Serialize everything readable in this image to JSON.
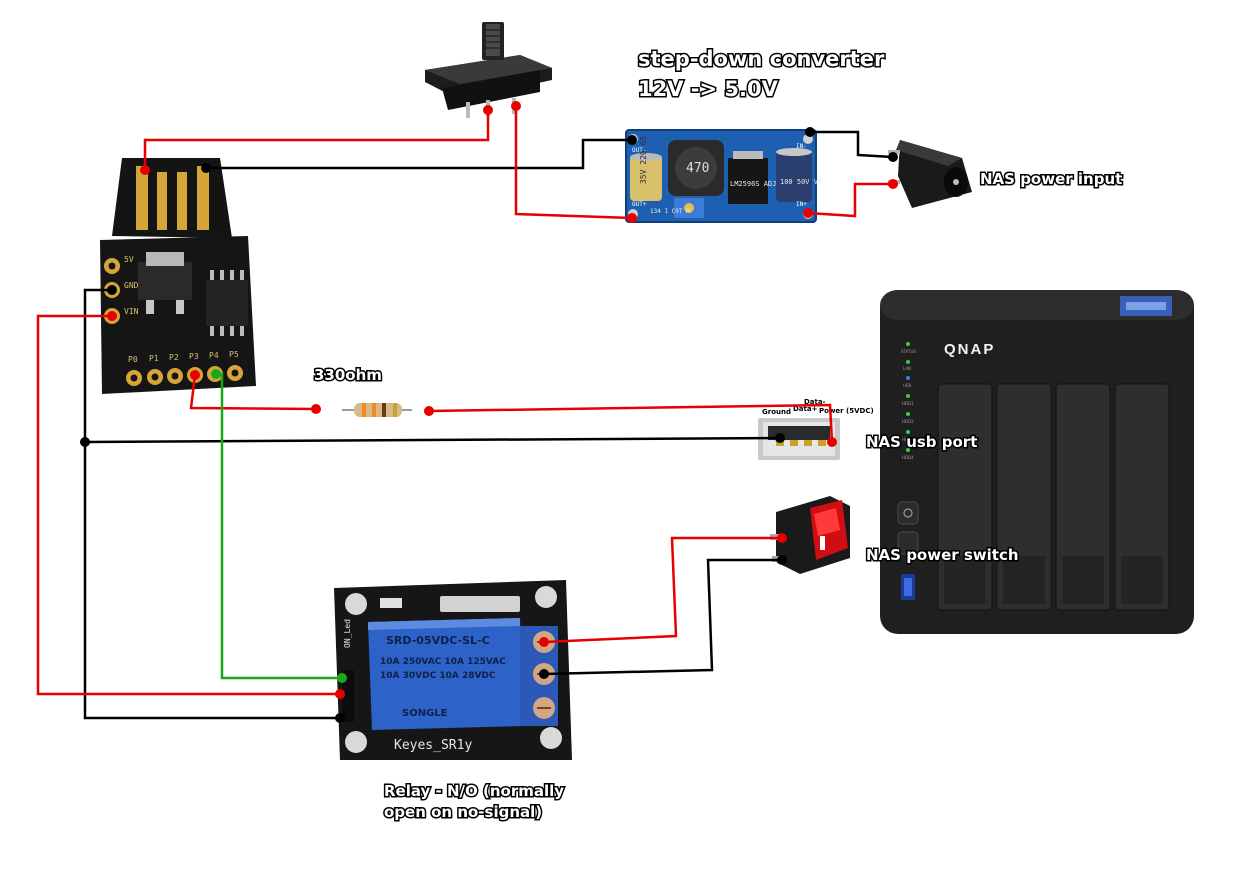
{
  "labels": {
    "converter_line1": "step-down converter",
    "converter_line2": "12V -> 5.0V",
    "nas_power_input": "NAS power input",
    "resistor": "330ohm",
    "usb_ground": "Ground",
    "usb_data_minus": "Data-",
    "usb_data_plus": "Data+",
    "usb_power": "Power (5VDC)",
    "nas_usb_port": "NAS usb port",
    "nas_power_switch": "NAS power switch",
    "relay_line1": "Relay - N/O (normally",
    "relay_line2": "open on no-signal)"
  },
  "digispark": {
    "pins_side": [
      "5V",
      "GND",
      "VIN"
    ],
    "pins_bottom": [
      "P0",
      "P1",
      "P2",
      "P3",
      "P4",
      "P5"
    ]
  },
  "relay": {
    "model": "SRD-05VDC-SL-C",
    "rating1": "10A 250VAC  10A 125VAC",
    "rating2": "10A 30VDC  10A 28VDC",
    "brand": "SONGLE",
    "board_name": "Keyes_SR1y",
    "led_label": "ON_Led"
  },
  "converter": {
    "inductor": "470",
    "cap_left": "35V 220 6S",
    "cap_right": "100 50V VT",
    "chip": "LM2596S ADJ",
    "pot": "134 I C0T M",
    "pin_out_minus": "OUT-",
    "pin_out_plus": "OUT+",
    "pin_in_minus": "IN-",
    "pin_in_plus": "IN+"
  },
  "nas": {
    "brand": "QNAP",
    "leds": [
      "STATUS",
      "LAN",
      "USB",
      "HDD1",
      "HDD2",
      "HDD3",
      "HDD4"
    ]
  },
  "colors": {
    "wire_red": "#e80000",
    "wire_black": "#000000",
    "wire_green": "#1aa81a"
  }
}
